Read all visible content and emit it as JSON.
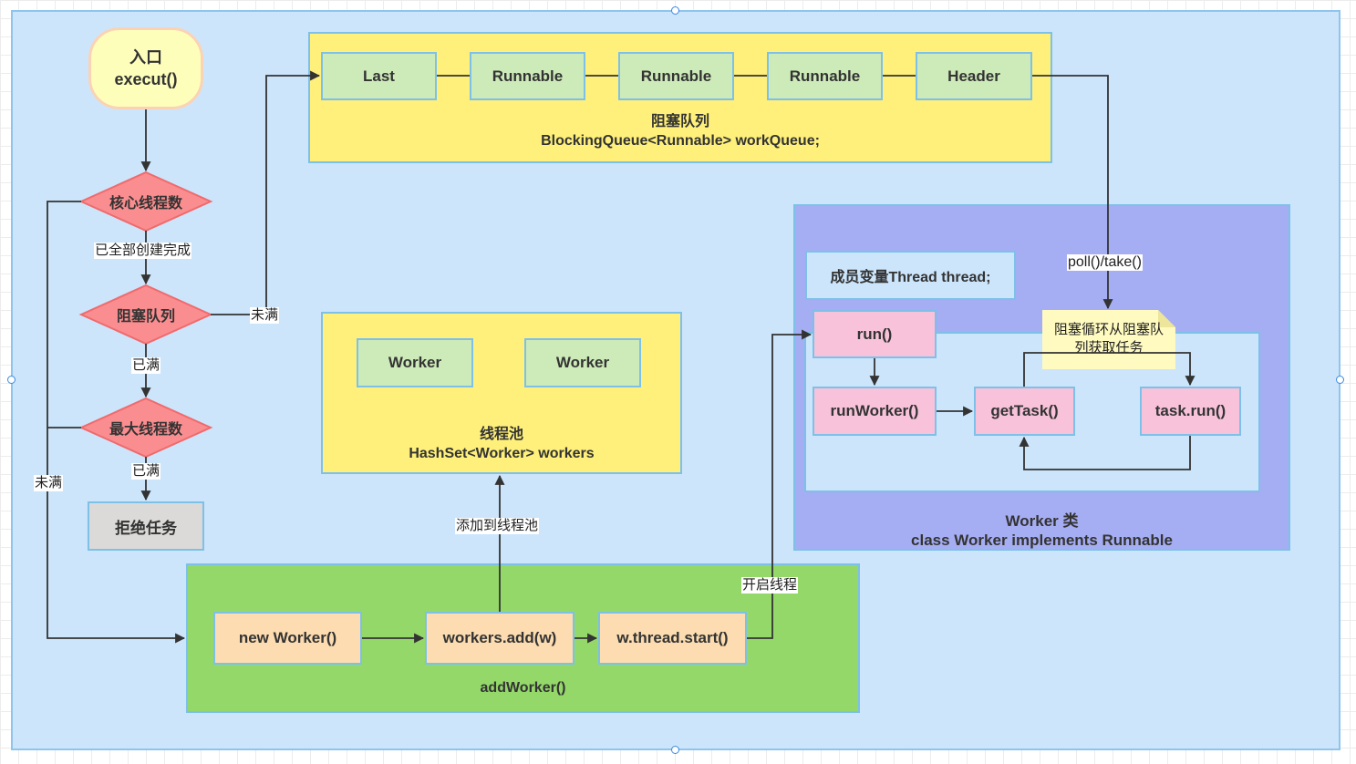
{
  "entry": {
    "line1": "入口",
    "line2": "execut()"
  },
  "decisions": {
    "core_threads": "核心线程数",
    "blocking_queue": "阻塞队列",
    "max_threads": "最大线程数"
  },
  "reject": "拒绝任务",
  "edge_labels": {
    "all_created": "已全部创建完成",
    "not_full_queue": "未满",
    "full_1": "已满",
    "full_2": "已满",
    "not_full_left": "未满",
    "add_to_pool": "添加到线程池",
    "start_thread": "开启线程",
    "poll_take": "poll()/take()"
  },
  "queue": {
    "items": [
      "Last",
      "Runnable",
      "Runnable",
      "Runnable",
      "Header"
    ],
    "title": "阻塞队列",
    "subtitle": "BlockingQueue<Runnable> workQueue;"
  },
  "pool": {
    "workers": [
      "Worker",
      "Worker"
    ],
    "title": "线程池",
    "subtitle": "HashSet<Worker> workers"
  },
  "add_worker": {
    "steps": [
      "new Worker()",
      "workers.add(w)",
      "w.thread.start()"
    ],
    "title": "addWorker()"
  },
  "worker_class": {
    "member": "成员变量Thread thread;",
    "run": "run()",
    "run_worker": "runWorker()",
    "get_task": "getTask()",
    "task_run": "task.run()",
    "note": "阻塞循环从阻塞队列获取任务",
    "title": "Worker 类",
    "subtitle": "class Worker implements Runnable"
  },
  "colors": {
    "canvas": "#cce5fb",
    "yellow_container": "#fef07a",
    "green_container": "#94d86a",
    "worker_class_bg": "#a6aef3",
    "diamond": "#fa8d8f",
    "entry": "#fefebb"
  }
}
